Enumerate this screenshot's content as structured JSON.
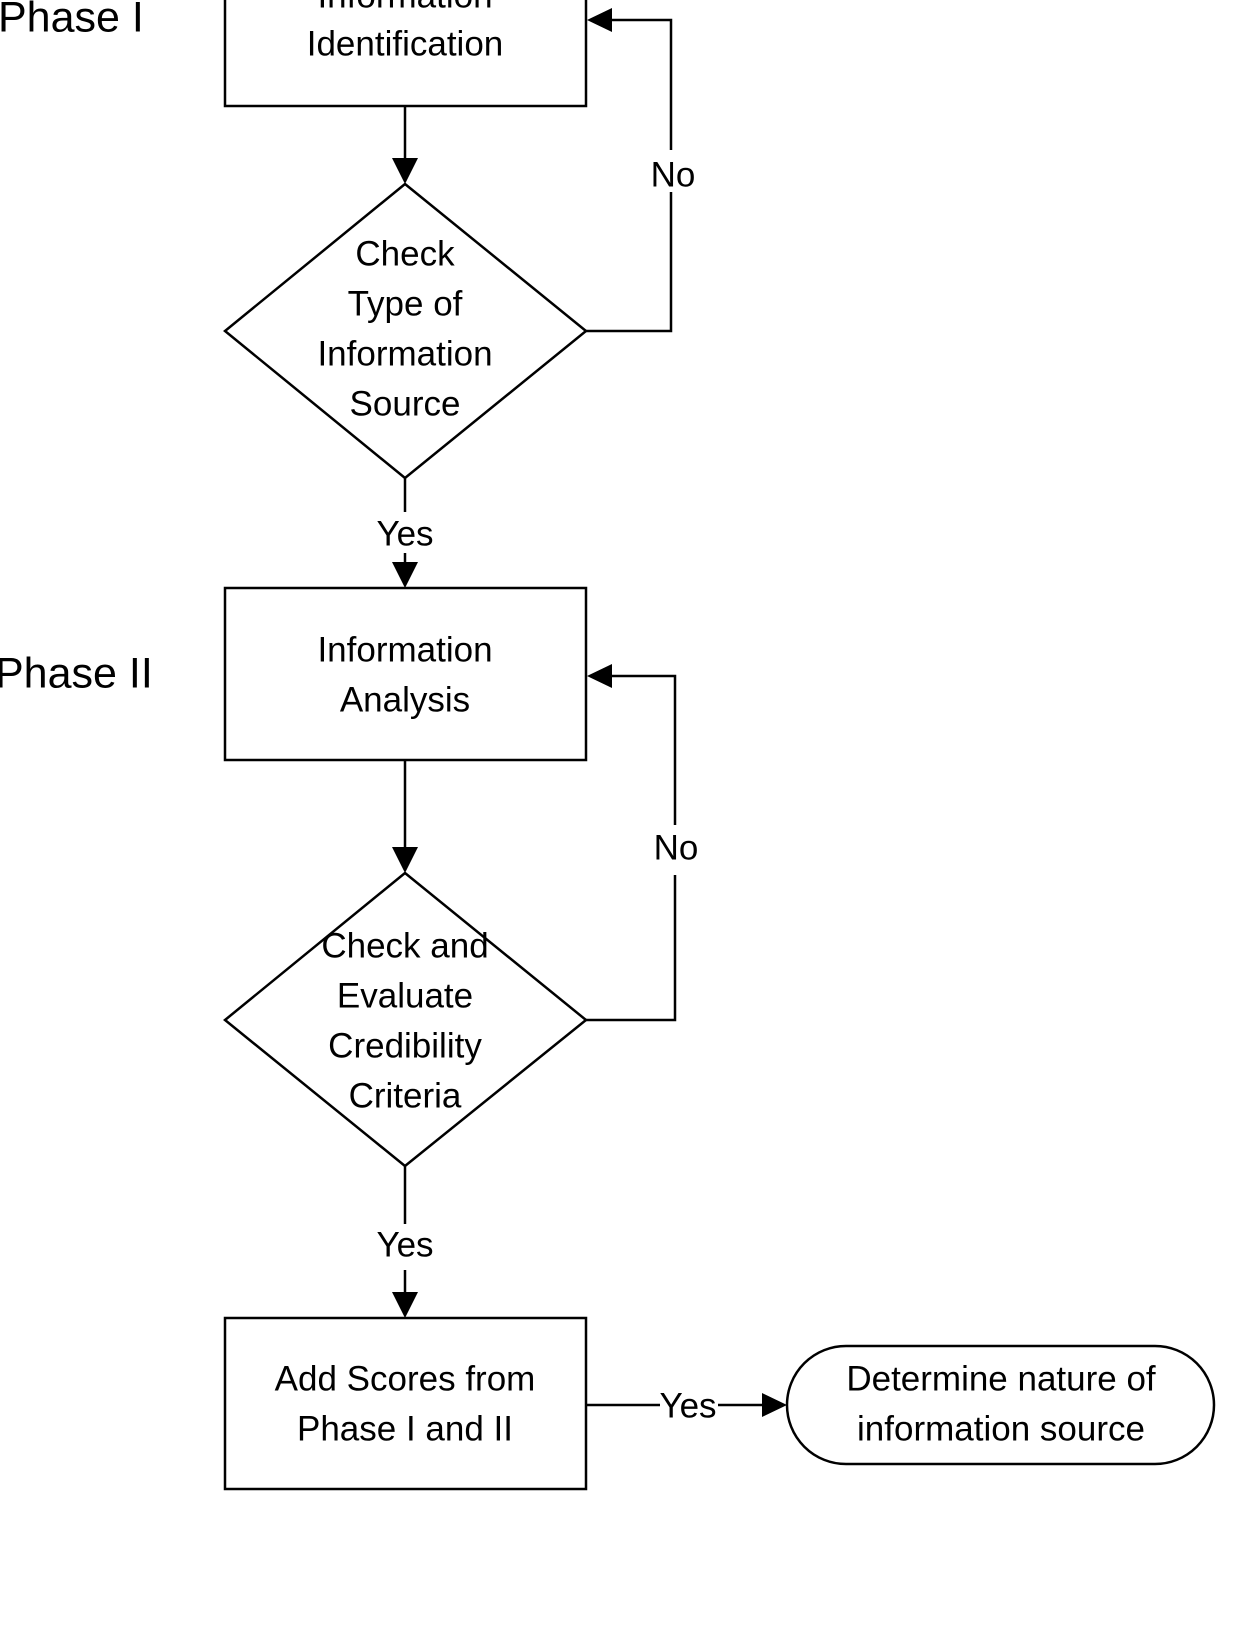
{
  "phases": {
    "phase1": "Phase I",
    "phase2": "Phase II"
  },
  "nodes": {
    "identification": {
      "lines": [
        "Information",
        "Identification"
      ]
    },
    "check_type": {
      "lines": [
        "Check",
        "Type of",
        "Information",
        "Source"
      ]
    },
    "analysis": {
      "lines": [
        "Information",
        "Analysis"
      ]
    },
    "check_credibility": {
      "lines": [
        "Check and",
        "Evaluate",
        "Credibility",
        "Criteria"
      ]
    },
    "add_scores": {
      "lines": [
        "Add Scores from",
        "Phase I and II"
      ]
    },
    "determine": {
      "lines": [
        "Determine nature of",
        "information source"
      ]
    }
  },
  "edges": {
    "check_type_no": "No",
    "check_type_yes": "Yes",
    "credibility_no": "No",
    "credibility_yes": "Yes",
    "add_scores_yes": "Yes"
  },
  "colors": {
    "stroke": "#000000",
    "background": "#ffffff"
  }
}
